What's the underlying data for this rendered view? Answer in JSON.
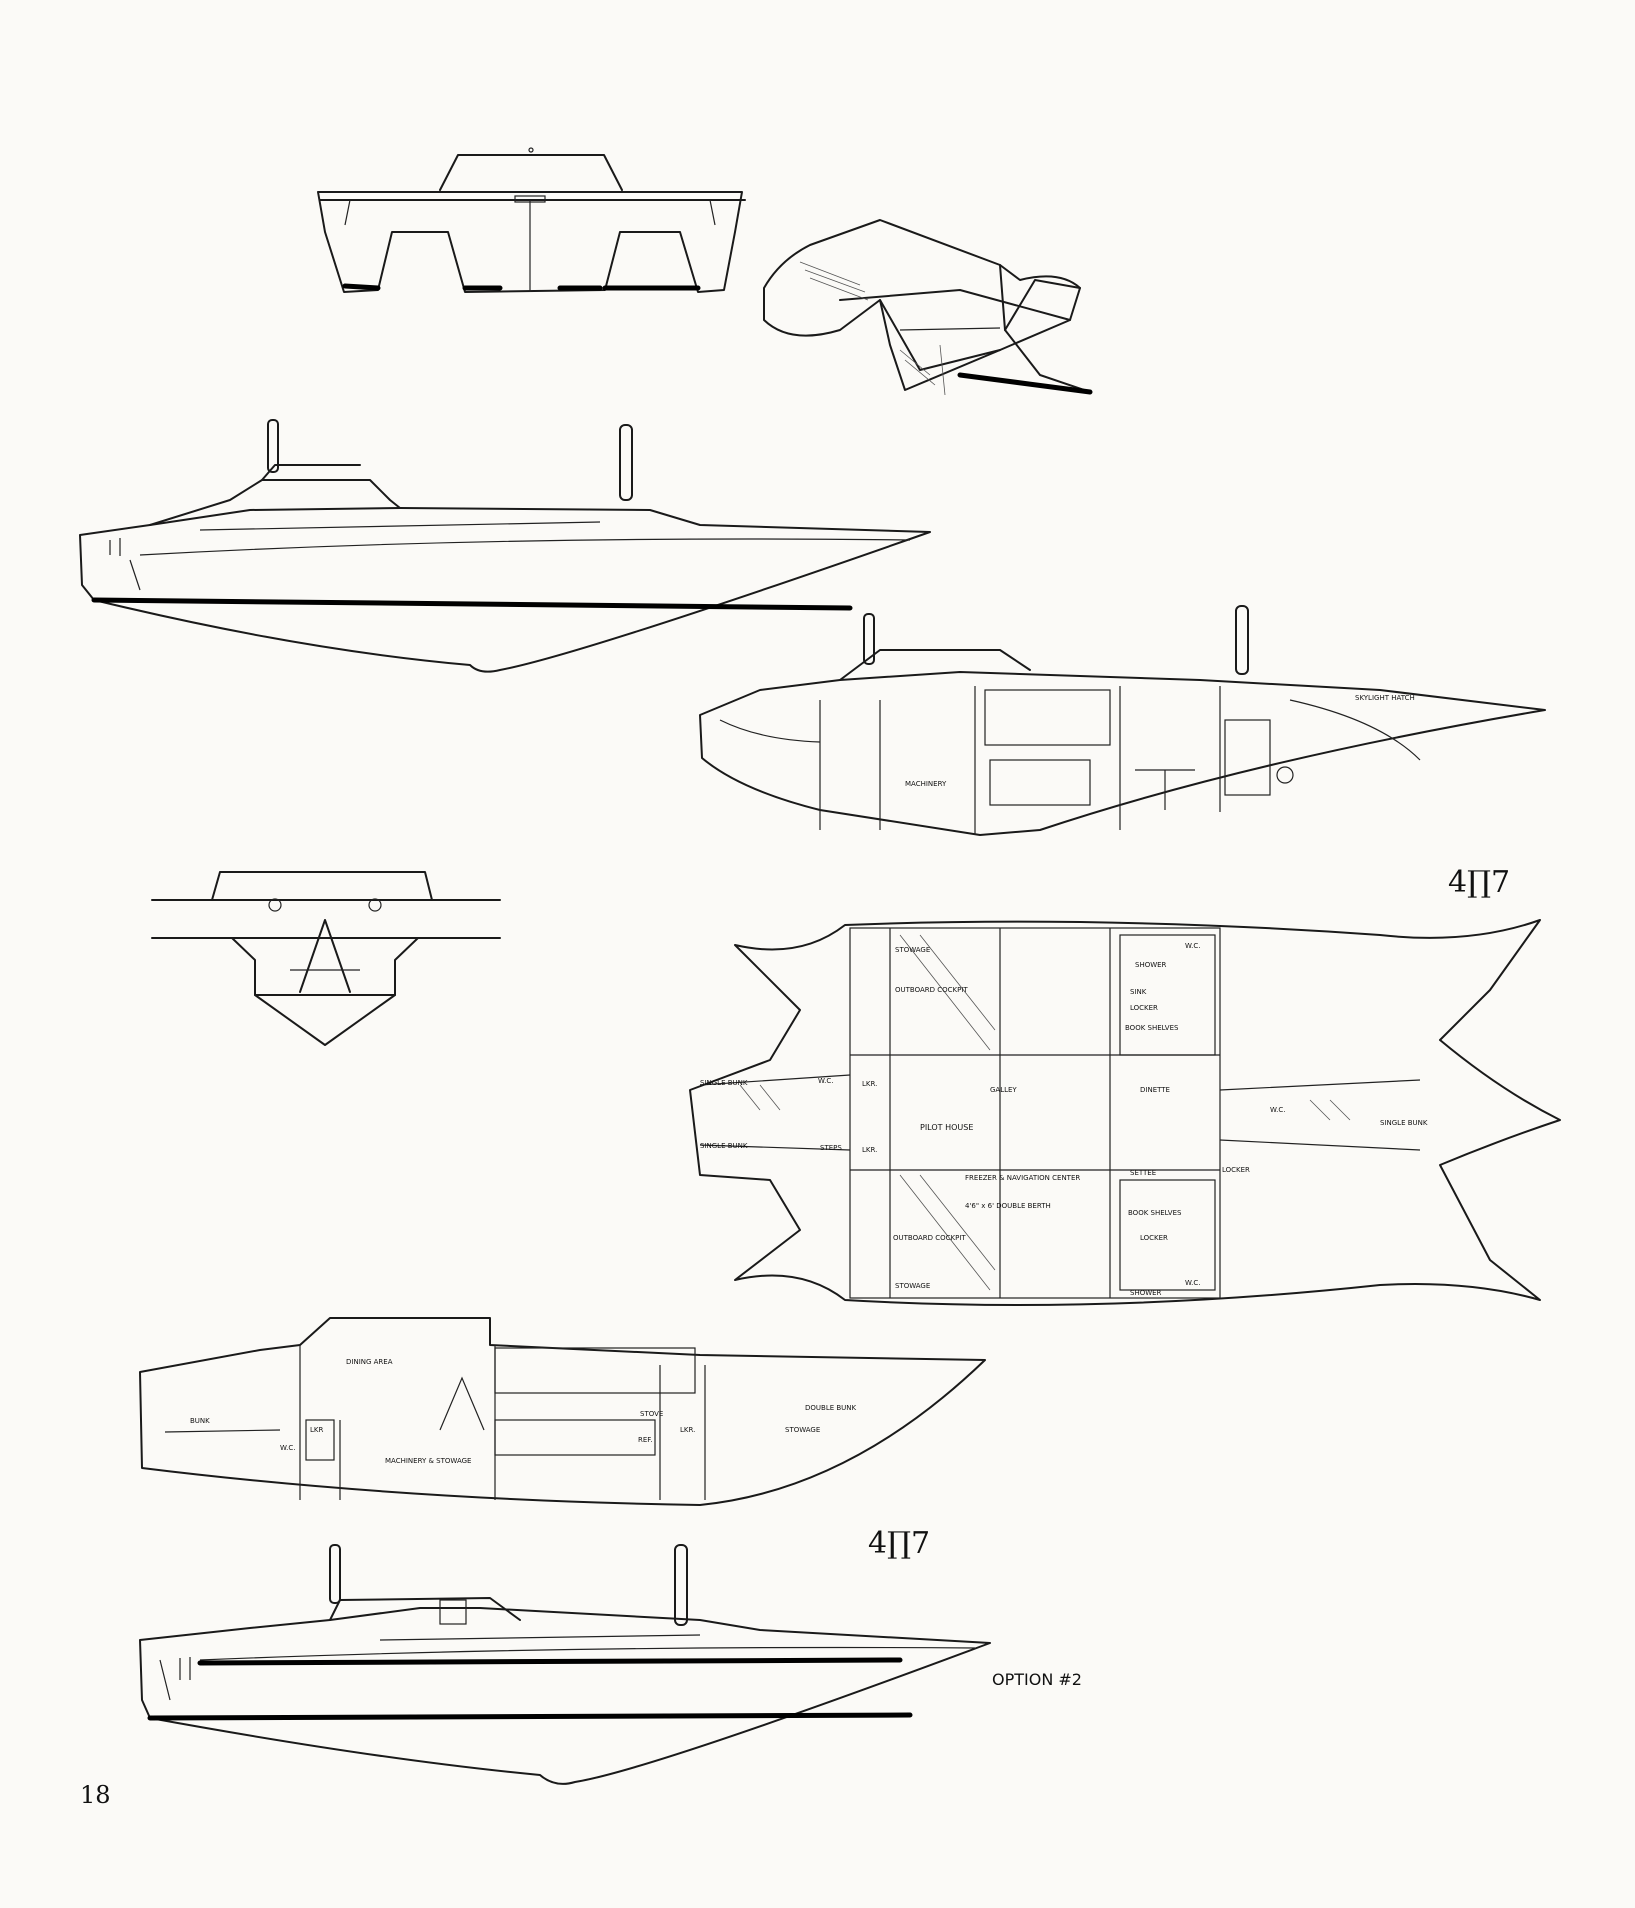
{
  "page_number": "18",
  "logo_mark": "4∏7",
  "option_label": "OPTION #2",
  "profile_labels": {
    "skylight_hatch": "SKYLIGHT HATCH",
    "machinery": "MACHINERY"
  },
  "plan_labels": {
    "stowage_top": "STOWAGE",
    "outboard_cockpit_top": "OUTBOARD COCKPIT",
    "wc_top": "W.C.",
    "shower_top": "SHOWER",
    "sink": "SINK",
    "locker_top": "LOCKER",
    "book_shelves_top": "BOOK SHELVES",
    "single_bunk_left_top": "SINGLE BUNK",
    "single_bunk_left_bottom": "SINGLE BUNK",
    "wc_left": "W.C.",
    "lkr_top": "LKR.",
    "lkr_bottom": "LKR.",
    "steps": "STEPS",
    "pilot_house": "PILOT HOUSE",
    "galley": "GALLEY",
    "dinette": "DINETTE",
    "wc_right": "W.C.",
    "single_bunk_right": "SINGLE BUNK",
    "freezer_navigation": "FREEZER & NAVIGATION CENTER",
    "settee": "SETTEE",
    "locker_right": "LOCKER",
    "double_berth": "4'6\" x 6' DOUBLE BERTH",
    "book_shelves_bottom": "BOOK SHELVES",
    "locker_bottom": "LOCKER",
    "outboard_cockpit_bottom": "OUTBOARD COCKPIT",
    "stowage_bottom": "STOWAGE",
    "wc_bottom": "W.C.",
    "shower_bottom": "SHOWER"
  },
  "section_labels": {
    "dining_area": "DINING AREA",
    "bunk": "BUNK",
    "wc": "W.C.",
    "lkr": "LKR",
    "machinery_stowage": "MACHINERY & STOWAGE",
    "stove": "STOVE",
    "lkr2": "LKR.",
    "ref": "REF.",
    "double_bunk": "DOUBLE BUNK",
    "stowage": "STOWAGE"
  }
}
